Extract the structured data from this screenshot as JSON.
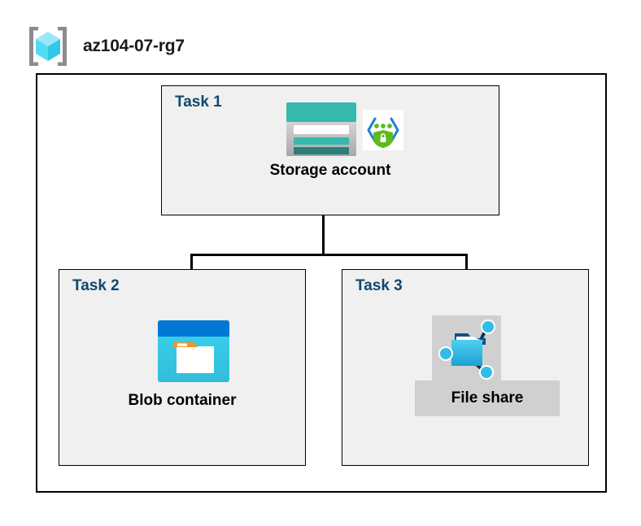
{
  "header": {
    "icon": "resource-group-icon",
    "title": "az104-07-rg7"
  },
  "group": {
    "name": "resource-group-boundary"
  },
  "tasks": [
    {
      "id": "task1",
      "label": "Task 1",
      "node_label": "Storage account",
      "icons": [
        "storage-account-icon",
        "private-endpoint-icon"
      ],
      "highlighted": false
    },
    {
      "id": "task2",
      "label": "Task 2",
      "node_label": "Blob container",
      "icons": [
        "blob-container-icon"
      ],
      "highlighted": false
    },
    {
      "id": "task3",
      "label": "Task 3",
      "node_label": "File share",
      "icons": [
        "file-share-icon"
      ],
      "highlighted": true
    }
  ],
  "connectors": [
    {
      "name": "storage-to-branch-trunk"
    },
    {
      "name": "branch-horizontal-bar"
    },
    {
      "name": "branch-to-blob-container"
    },
    {
      "name": "branch-to-file-share"
    }
  ],
  "colors": {
    "task_heading": "#10486f",
    "node_label": "#000000",
    "task_box_fill": "#f0f0f0",
    "box_border": "#000000",
    "canvas": "#ffffff",
    "highlight": "#d0d0d0",
    "storage_teal": "#37b8ae",
    "storage_teal_dark": "#2b7f77",
    "blob_blue": "#0078d4",
    "blob_cyan": "#32c8e8",
    "blob_orange": "#f7941e",
    "fileshare_blue": "#32bde8",
    "private_link_blue": "#1f7fd4",
    "private_link_green": "#5dba20",
    "rg_cube_cyan": "#52dbf5",
    "rg_bracket_gray": "#8c8c8c"
  }
}
